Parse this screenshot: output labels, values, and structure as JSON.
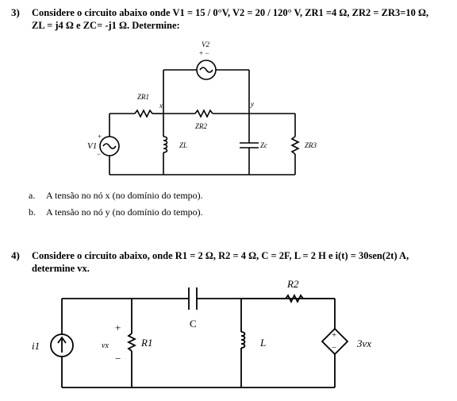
{
  "q3": {
    "number": "3)",
    "line1": "Considere o circuito abaixo onde V1 = 15 / 0°V, V2 = 20 / 120° V, ZR1 =4 Ω, ZR2 = ZR3=10 Ω,",
    "line2": "ZL = j4 Ω e ZC= -j1 Ω. Determine:",
    "circuit": {
      "V2": "V2",
      "plus_minus": "+  −",
      "ZR1": "ZR1",
      "x": "x",
      "y": "y",
      "ZR2": "ZR2",
      "V1": "V1",
      "ZL": "ZL",
      "Zc": "Zc",
      "ZR3": "ZR3",
      "plus": "+",
      "minus": "−"
    },
    "items": [
      {
        "marker": "a.",
        "text": "A tensão no nó x (no domínio do tempo)."
      },
      {
        "marker": "b.",
        "text": "A tensão no nó y (no domínio do tempo)."
      }
    ]
  },
  "q4": {
    "number": "4)",
    "line1": "Considere o circuito abaixo, onde R1 = 2 Ω, R2 = 4 Ω, C = 2F, L = 2 H e i(t) = 30sen(2t) A,",
    "line2": "determine vx.",
    "circuit": {
      "R2": "R2",
      "C": "C",
      "i1": "i1",
      "vx": "vx",
      "plus": "+",
      "minus": "−",
      "R1": "R1",
      "L": "L",
      "dep": "3vx",
      "src_plus": "+",
      "src_minus": "−"
    }
  }
}
